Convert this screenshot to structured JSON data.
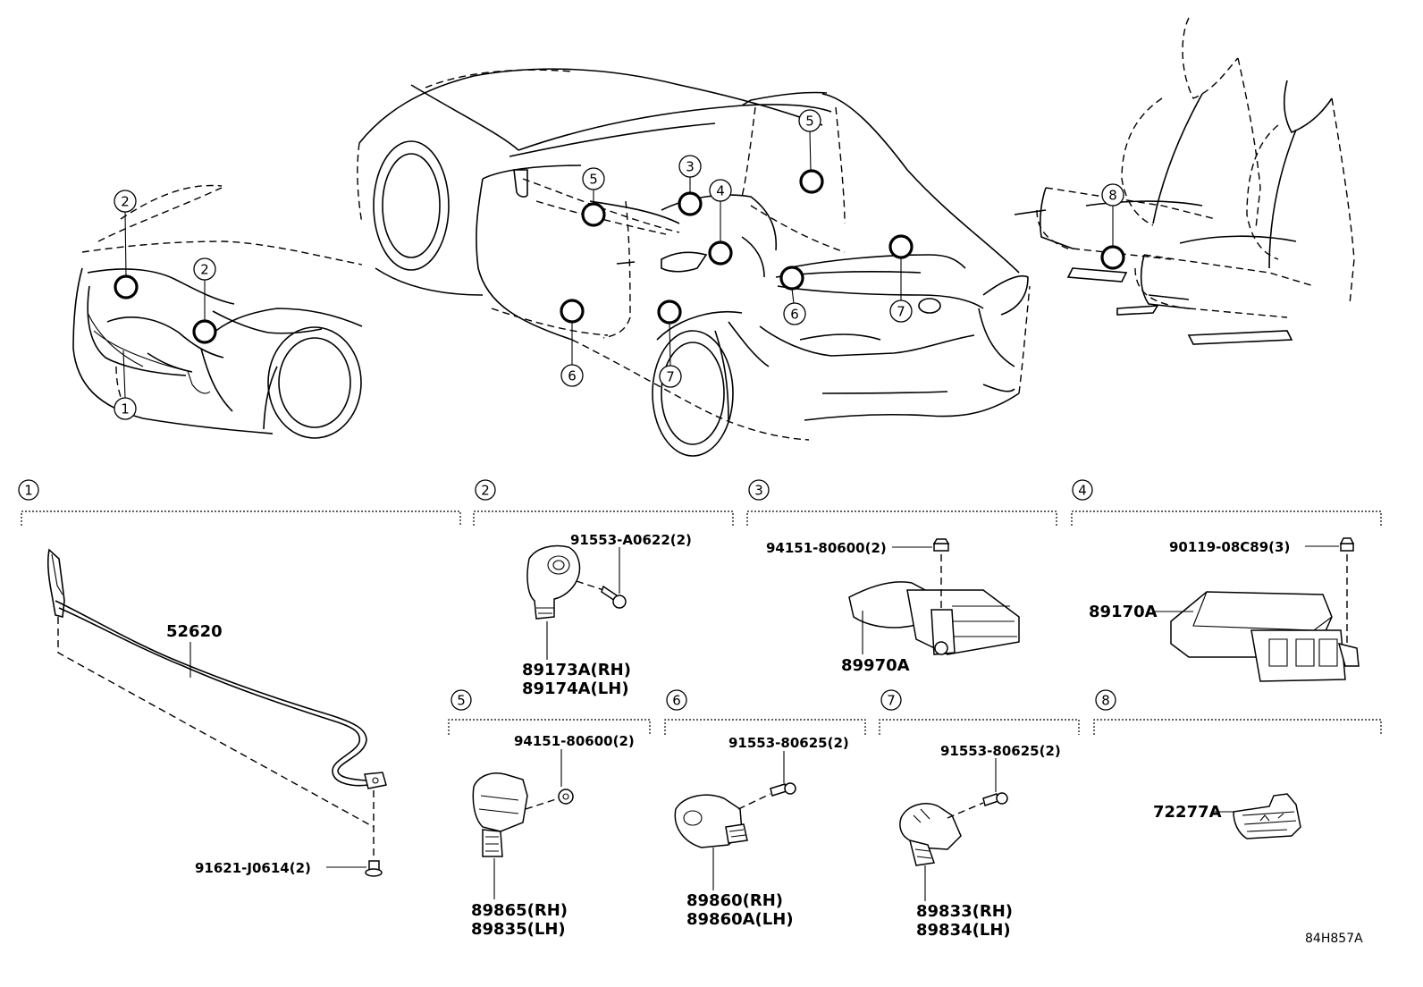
{
  "callouts": [
    "1",
    "2",
    "3",
    "4",
    "5",
    "6",
    "7",
    "8"
  ],
  "sections": {
    "s1": {
      "num": "1",
      "parts": {
        "wire": "52620",
        "bolt": "91621-J0614(2)"
      }
    },
    "s2": {
      "num": "2",
      "parts": {
        "sensor_rh": "89173A(RH)",
        "sensor_lh": "89174A(LH)",
        "bolt": "91553-A0622(2)"
      }
    },
    "s3": {
      "num": "3",
      "parts": {
        "module": "89970A",
        "nut": "94151-80600(2)"
      }
    },
    "s4": {
      "num": "4",
      "parts": {
        "module": "89170A",
        "bolt": "90119-08C89(3)"
      }
    },
    "s5": {
      "num": "5",
      "parts": {
        "sensor_rh": "89865(RH)",
        "sensor_lh": "89835(LH)",
        "nut": "94151-80600(2)"
      }
    },
    "s6": {
      "num": "6",
      "parts": {
        "sensor_rh": "89860(RH)",
        "sensor_lh": "89860A(LH)",
        "bolt": "91553-80625(2)"
      }
    },
    "s7": {
      "num": "7",
      "parts": {
        "sensor_rh": "89833(RH)",
        "sensor_lh": "89834(LH)",
        "bolt": "91553-80625(2)"
      }
    },
    "s8": {
      "num": "8",
      "parts": {
        "sensor": "72277A"
      }
    }
  },
  "diagram_ref": "84H857A"
}
